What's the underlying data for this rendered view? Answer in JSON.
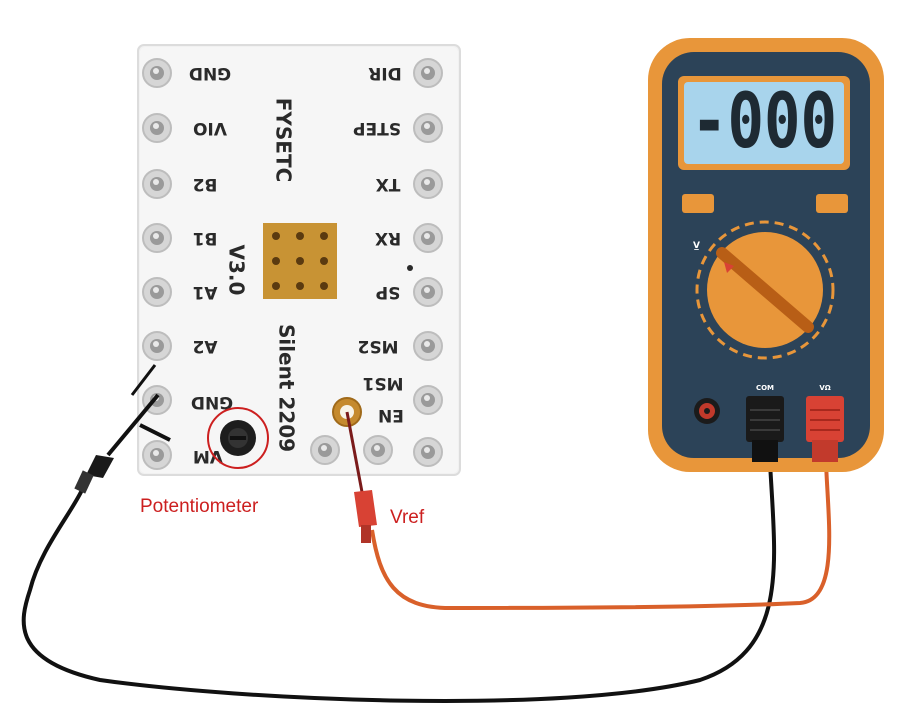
{
  "board": {
    "brand": "FYSETC",
    "version": "V3.0",
    "model": "Silent 2209",
    "left_pins": [
      "GND",
      "VIO",
      "B2",
      "B1",
      "A1",
      "A2",
      "GND",
      "VM"
    ],
    "right_pins": [
      "DIR",
      "STEP",
      "TX",
      "RX",
      "SP",
      "MS2",
      "MS1",
      "EN"
    ]
  },
  "callouts": {
    "potentiometer": "Potentiometer",
    "vref": "Vref"
  },
  "multimeter": {
    "display": "-000",
    "com_label": "COM",
    "v_label": "VΩ"
  },
  "colors": {
    "callout_red": "#cc1f1f",
    "meter_orange": "#e8963a",
    "meter_body": "#2c4358",
    "lcd": "#a8d4ec",
    "probe_red": "#d84234",
    "probe_black": "#222222",
    "wire_orange": "#d9602a"
  }
}
